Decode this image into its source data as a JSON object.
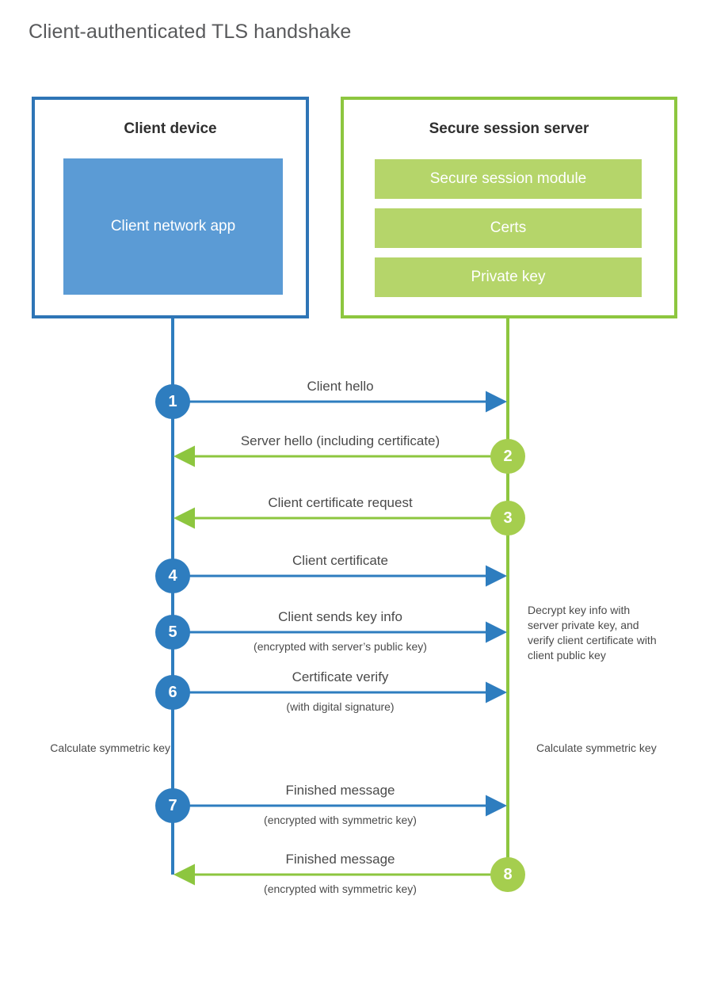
{
  "title": "Client-authenticated TLS handshake",
  "colors": {
    "client_border": "#2E75B6",
    "client_fill": "#5B9BD5",
    "client_line": "#2E7DBF",
    "server_border": "#8DC63F",
    "server_fill": "#B5D56A",
    "server_line": "#8DC63F",
    "badge_client": "#2E7DBF",
    "badge_server": "#A5CE4E",
    "text": "#4a4a4a",
    "title_text": "#58595b"
  },
  "client": {
    "title": "Client device",
    "app_label": "Client network app"
  },
  "server": {
    "title": "Secure session server",
    "components": [
      {
        "label": "Secure session module"
      },
      {
        "label": "Certs"
      },
      {
        "label": "Private key"
      }
    ]
  },
  "steps": [
    {
      "number": "1",
      "label": "Client hello",
      "sub": "",
      "direction": "client-to-server",
      "actor": "client"
    },
    {
      "number": "2",
      "label": "Server hello (including certificate)",
      "sub": "",
      "direction": "server-to-client",
      "actor": "server"
    },
    {
      "number": "3",
      "label": "Client certificate request",
      "sub": "",
      "direction": "server-to-client",
      "actor": "server"
    },
    {
      "number": "4",
      "label": "Client certificate",
      "sub": "",
      "direction": "client-to-server",
      "actor": "client"
    },
    {
      "number": "5",
      "label": "Client sends key info",
      "sub": "(encrypted with server’s public key)",
      "direction": "client-to-server",
      "actor": "client"
    },
    {
      "number": "6",
      "label": "Certificate verify",
      "sub": "(with digital signature)",
      "direction": "client-to-server",
      "actor": "client"
    },
    {
      "number": "7",
      "label": "Finished message",
      "sub": "(encrypted with symmetric key)",
      "direction": "client-to-server",
      "actor": "client"
    },
    {
      "number": "8",
      "label": "Finished message",
      "sub": "(encrypted with symmetric key)",
      "direction": "server-to-client",
      "actor": "server"
    }
  ],
  "notes": {
    "decrypt": "Decrypt key info with server private key, and verify client certificate with client public key",
    "calculate_left": "Calculate symmetric key",
    "calculate_right": "Calculate symmetric key"
  }
}
